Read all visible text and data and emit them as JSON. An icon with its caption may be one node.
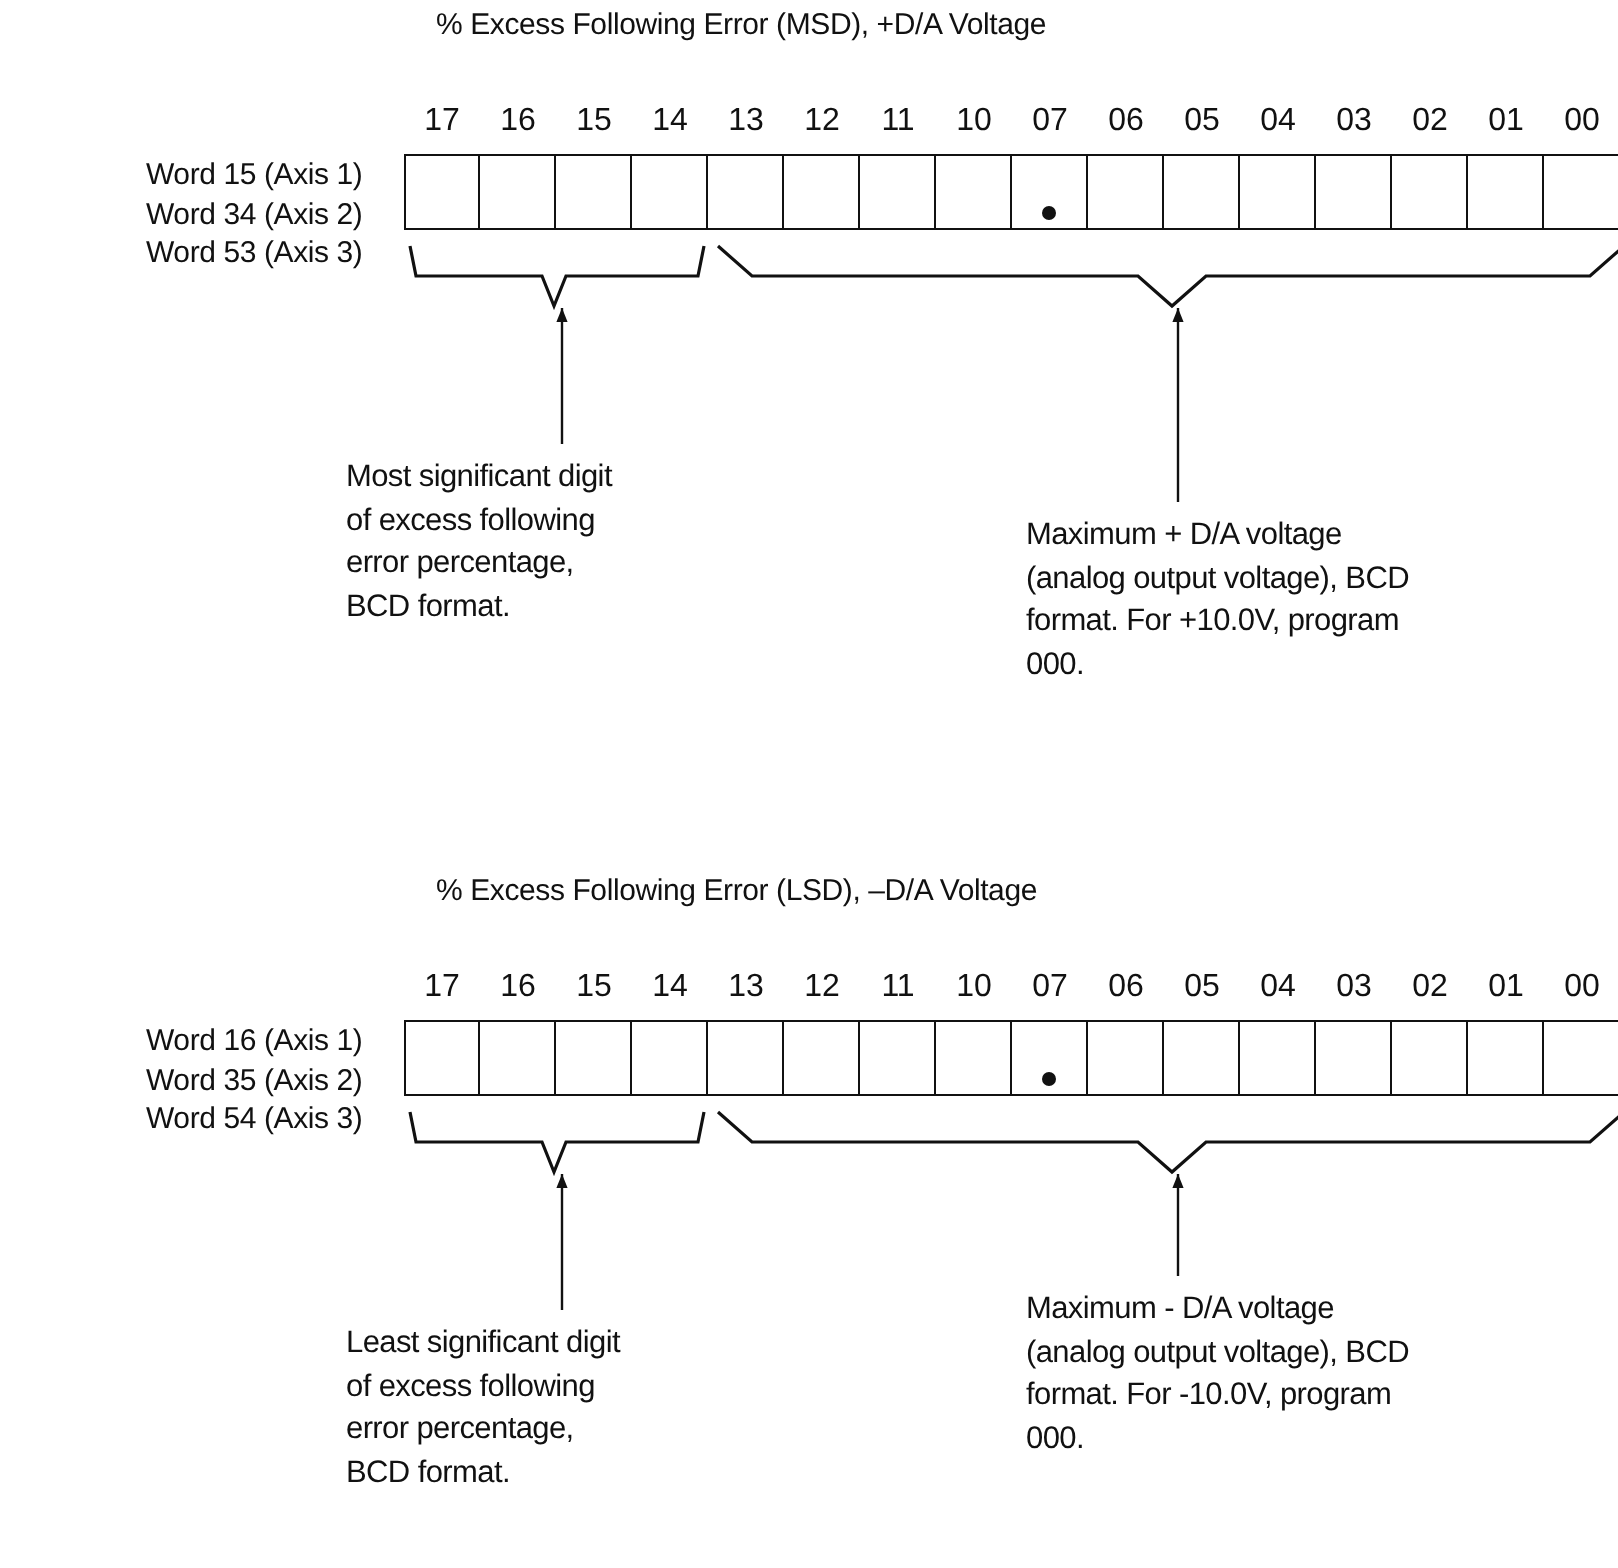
{
  "diagram": {
    "nodes": [
      {
        "text": [],
        "shape": "bracket"
      },
      {
        "text": [],
        "shape": "bracket"
      },
      {
        "text": [
          "Most significant digit of excess following error percentage, BCD format."
        ]
      },
      {
        "text": [
          "Maximum + D/A voltage (analog output voltage), BCD format. For +10.0V, program 000."
        ]
      },
      {
        "text": [],
        "shape": "bracket"
      },
      {
        "text": [],
        "shape": "bracket"
      },
      {
        "text": [
          "Least significant digit of excess following error percentage, BCD format."
        ]
      },
      {
        "text": [
          "Maximum - D/A voltage (analog output voltage), BCD format. For -10.0V, program 000."
        ]
      }
    ],
    "edges": [
      {
        "from": 2,
        "to": 0,
        "arrow": "to"
      },
      {
        "from": 3,
        "to": 1,
        "arrow": "to"
      },
      {
        "from": 6,
        "to": 4,
        "arrow": "to"
      },
      {
        "from": 7,
        "to": 5,
        "arrow": "to"
      }
    ],
    "labels": [
      "% Excess Following Error (MSD), +D/A Voltage",
      "17",
      "16",
      "15",
      "14",
      "13",
      "12",
      "11",
      "10",
      "07",
      "06",
      "05",
      "04",
      "03",
      "02",
      "01",
      "00",
      "Word 15 (Axis 1)",
      "Word 34 (Axis 2)",
      "Word 53 (Axis 3)",
      "% Excess Following Error (LSD), –D/A Voltage",
      "17",
      "16",
      "15",
      "14",
      "13",
      "12",
      "11",
      "10",
      "07",
      "06",
      "05",
      "04",
      "03",
      "02",
      "01",
      "00",
      "Word 16 (Axis 1)",
      "Word 35 (Axis 2)",
      "Word 54 (Axis 3)"
    ]
  }
}
